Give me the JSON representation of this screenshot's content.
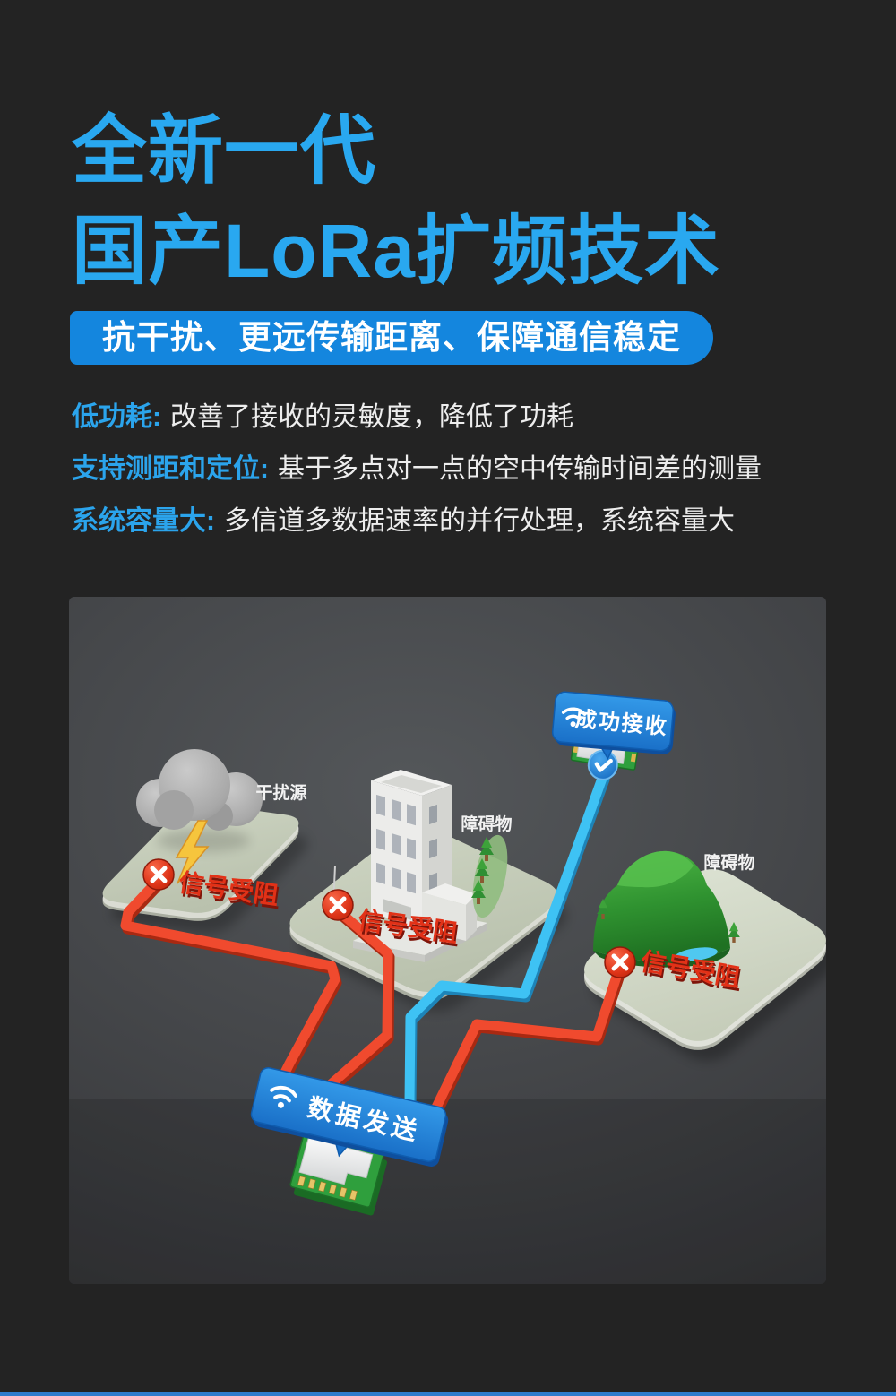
{
  "page": {
    "background": "#232323",
    "accent_blue": "#29a8f0",
    "banner_bg": "#1486de",
    "bottom_bar_color": "#2e7ccd"
  },
  "hero": {
    "title_line1": "全新一代",
    "title_line2": "国产LoRa扩频技术",
    "banner": "抗干扰、更远传输距离、保障通信稳定"
  },
  "features": [
    {
      "label": "低功耗:",
      "text": "改善了接收的灵敏度，降低了功耗"
    },
    {
      "label": "支持测距和定位:",
      "text": "基于多点对一点的空中传输时间差的测量"
    },
    {
      "label": "系统容量大:",
      "text": "多信道多数据速率的并行处理，系统容量大"
    }
  ],
  "illustration": {
    "interference_label": "干扰源",
    "obstacle_label_center": "障碍物",
    "obstacle_label_right": "障碍物",
    "blocked_text": "信号受阻",
    "receive_badge": "成功接收",
    "send_badge": "数据发送",
    "colors": {
      "blocked_red": "#e23117",
      "tube_red": "#f04a2e",
      "tube_blue": "#3ec2f4",
      "platform_green": "#c6cdbb",
      "badge_blue": "#1f7fd0"
    },
    "icons": {
      "receive_badge_icon": "wifi-icon",
      "send_badge_icon": "wifi-icon",
      "blocked_marker_icon": "x-circle-icon",
      "received_marker_icon": "check-circle-icon",
      "interference_icon": "storm-cloud-lightning-icon"
    }
  }
}
